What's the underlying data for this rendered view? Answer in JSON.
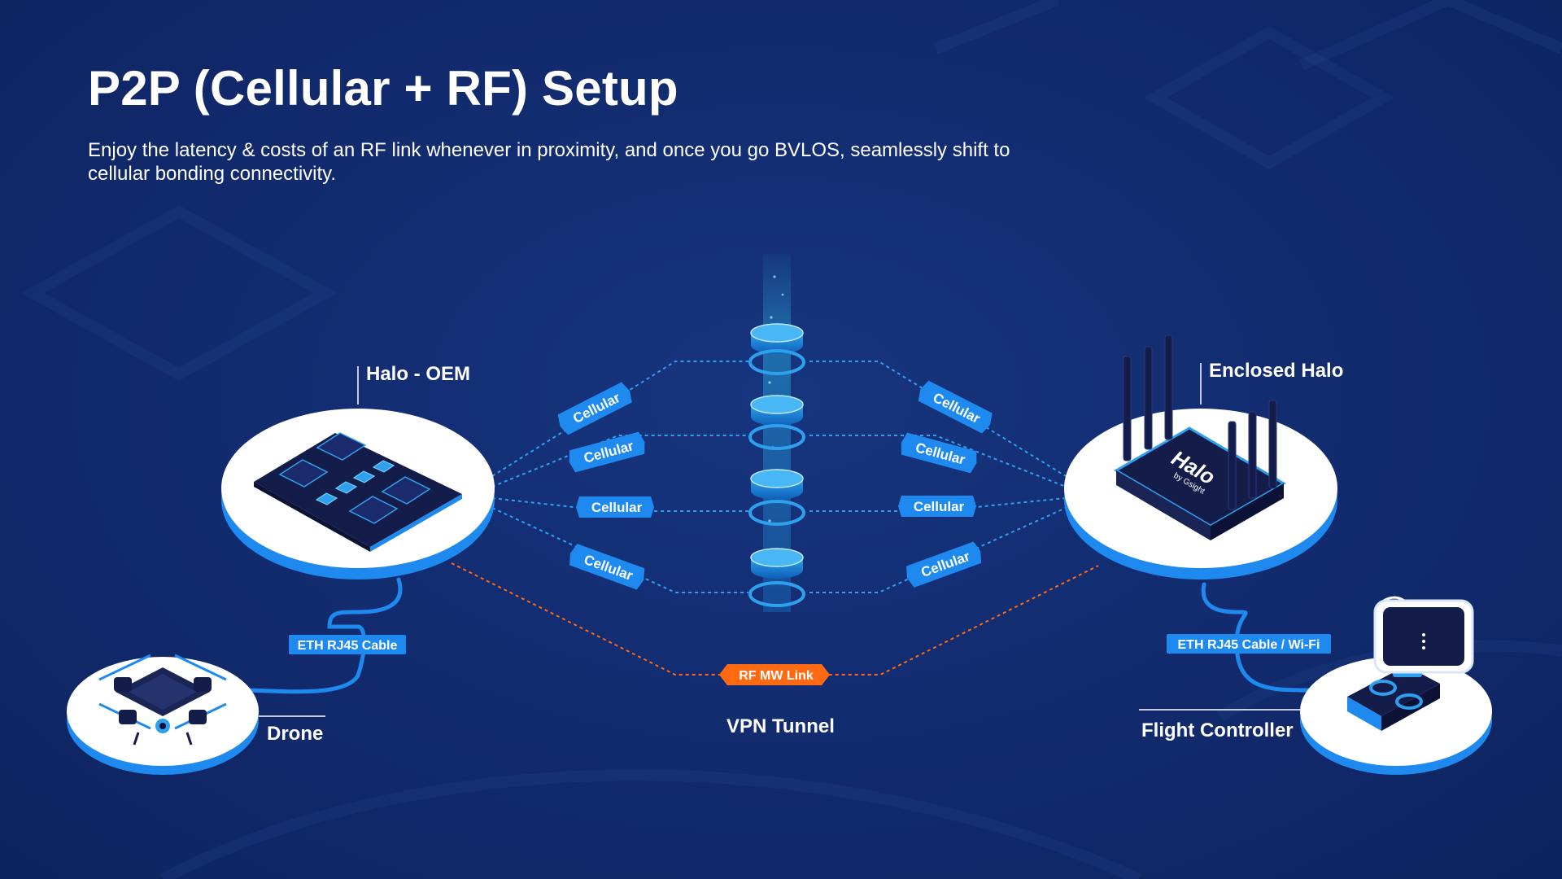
{
  "header": {
    "title": "P2P (Cellular + RF) Setup",
    "subtitle": "Enjoy the latency & costs of an RF link whenever in proximity, and once you go BVLOS, seamlessly shift to cellular bonding connectivity."
  },
  "nodes": {
    "halo_oem": "Halo - OEM",
    "enclosed_halo": "Enclosed Halo",
    "drone": "Drone",
    "flight_controller": "Flight Controller",
    "vpn_tunnel": "VPN Tunnel"
  },
  "links": {
    "cellular": "Cellular",
    "rf": "RF MW Link",
    "eth_left": "ETH RJ45 Cable",
    "eth_right": "ETH RJ45 Cable / Wi-Fi"
  },
  "router_logo": {
    "brand": "Halo",
    "byline": "by Gsight"
  },
  "colors": {
    "background": "#132d72",
    "accent_blue": "#1e8af0",
    "rf_orange": "#ff6a13",
    "platform_white": "#ffffff",
    "device_navy": "#141c4a"
  },
  "icons": {
    "oem_board": "circuit-board-icon",
    "router": "router-icon",
    "drone": "drone-icon",
    "flight_controller": "controller-icon",
    "tunnel": "tunnel-column-icon"
  }
}
